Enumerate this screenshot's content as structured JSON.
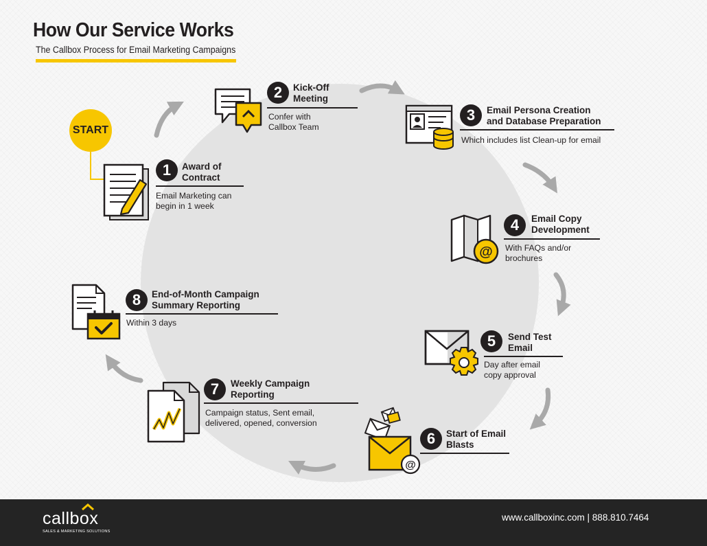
{
  "header": {
    "title": "How Our Service Works",
    "subtitle": "The Callbox Process for Email Marketing Campaigns"
  },
  "start_label": "START",
  "steps": [
    {
      "number": "1",
      "title_line1": "Award of",
      "title_line2": "Contract",
      "desc_line1": "Email Marketing can",
      "desc_line2": "begin in 1 week"
    },
    {
      "number": "2",
      "title_line1": "Kick-Off",
      "title_line2": "Meeting",
      "desc_line1": "Confer with",
      "desc_line2": "Callbox Team"
    },
    {
      "number": "3",
      "title_line1": "Email Persona Creation",
      "title_line2": "and Database Preparation",
      "desc_line1": "Which includes list Clean-up for email",
      "desc_line2": ""
    },
    {
      "number": "4",
      "title_line1": "Email Copy",
      "title_line2": "Development",
      "desc_line1": "With FAQs and/or",
      "desc_line2": "brochures"
    },
    {
      "number": "5",
      "title_line1": "Send Test",
      "title_line2": "Email",
      "desc_line1": "Day after email",
      "desc_line2": "copy approval"
    },
    {
      "number": "6",
      "title_line1": "Start of Email",
      "title_line2": "Blasts",
      "desc_line1": "",
      "desc_line2": ""
    },
    {
      "number": "7",
      "title_line1": "Weekly Campaign",
      "title_line2": "Reporting",
      "desc_line1": "Campaign status, Sent email,",
      "desc_line2": "delivered, opened, conversion"
    },
    {
      "number": "8",
      "title_line1": "End-of-Month Campaign",
      "title_line2": "Summary Reporting",
      "desc_line1": "Within 3 days",
      "desc_line2": ""
    }
  ],
  "footer": {
    "logo_text": "callbox",
    "logo_tagline": "SALES & MARKETING SOLUTIONS",
    "contact": "www.callboxinc.com | 888.810.7464"
  },
  "colors": {
    "accent": "#f7c600",
    "dark": "#231f20",
    "circle": "#e3e3e3",
    "arrow": "#a9a9a9",
    "footer_bg": "#242424"
  },
  "icons": [
    "document-pen-icon",
    "chat-bubbles-icon",
    "persona-database-icon",
    "map-email-icon",
    "envelope-gear-icon",
    "envelopes-icon",
    "chart-report-icon",
    "calendar-report-icon"
  ]
}
